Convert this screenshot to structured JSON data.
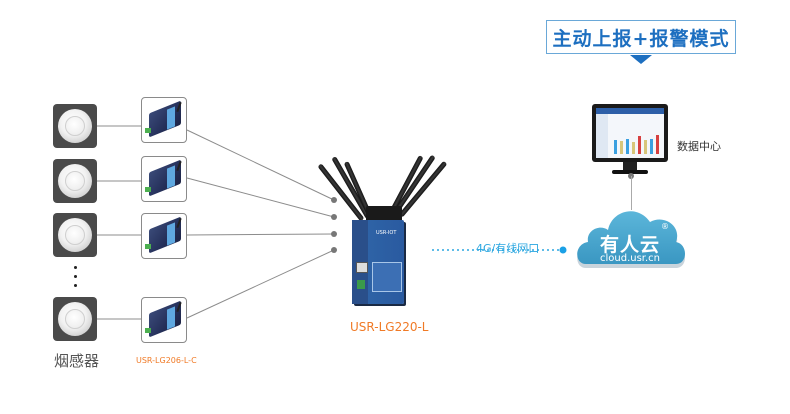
{
  "banner": {
    "title": "主动上报+报警模式"
  },
  "devices": {
    "detector_label": "烟感器",
    "dtu_label": "USR-LG206-L-C",
    "rows": [
      {
        "id": "row-1"
      },
      {
        "id": "row-2"
      },
      {
        "id": "row-3"
      },
      {
        "id": "row-4"
      }
    ]
  },
  "gateway": {
    "label": "USR-LG220-L",
    "screen_brand": "USR-IOT"
  },
  "connection": {
    "label": "4G/有线网口"
  },
  "cloud": {
    "name": "有人云",
    "url": "cloud.usr.cn",
    "mark": "®"
  },
  "data_center": {
    "label": "数据中心"
  },
  "colors": {
    "accent": "#1d6fc0",
    "orange": "#f07a26",
    "link": "#2aa6e0",
    "cloud": "#4aa9cf"
  }
}
